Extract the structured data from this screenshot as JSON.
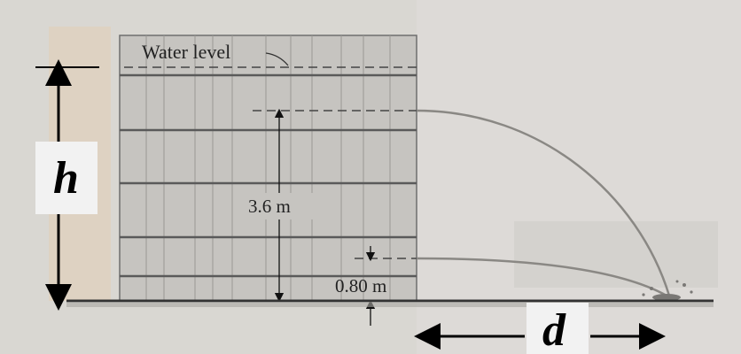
{
  "diagram": {
    "water_level_label": "Water level",
    "upper_height_label": "3.6 m",
    "lower_height_label": "0.80 m",
    "height_variable": "h",
    "distance_variable": "d"
  },
  "colors": {
    "background": "#d9d7d2",
    "tank_fill": "#c6c4c0",
    "tank_stroke": "#6e6e6e",
    "ground": "#333333",
    "variable_box": "#f2f2f2",
    "arrow": "#000000"
  }
}
